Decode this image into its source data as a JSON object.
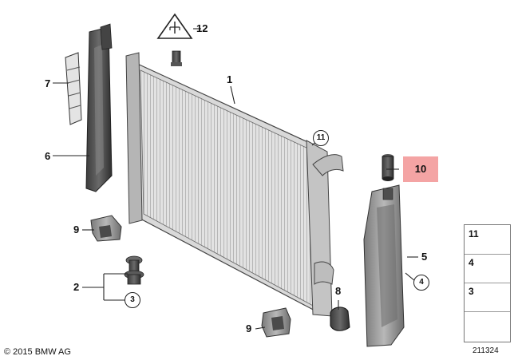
{
  "diagram": {
    "callouts": {
      "c1": "1",
      "c2": "2",
      "c3": "3",
      "c4": "4",
      "c5": "5",
      "c6": "6",
      "c7": "7",
      "c8": "8",
      "c9a": "9",
      "c9b": "9",
      "c10": "10",
      "c11": "11",
      "c12": "12"
    },
    "legend": {
      "row1": "11",
      "row2": "4",
      "row3": "3"
    },
    "copyright": "© 2015 BMW AG",
    "diagram_number": "211324",
    "highlight_color": "#f4a4a4"
  }
}
